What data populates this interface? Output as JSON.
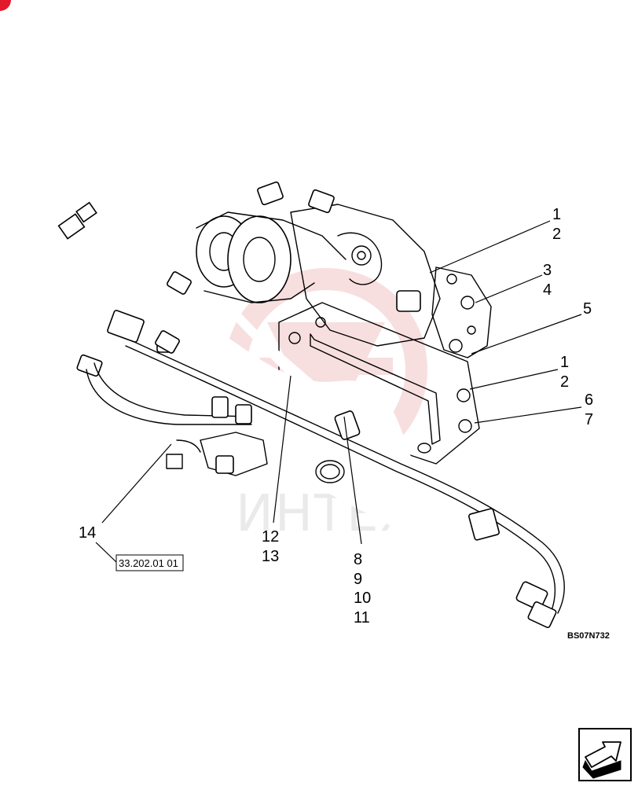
{
  "diagram": {
    "callouts": [
      {
        "id": "c1",
        "text": "1"
      },
      {
        "id": "c2",
        "text": "2"
      },
      {
        "id": "c3",
        "text": "3"
      },
      {
        "id": "c4",
        "text": "4"
      },
      {
        "id": "c5",
        "text": "5"
      },
      {
        "id": "c1b",
        "text": "1"
      },
      {
        "id": "c2b",
        "text": "2"
      },
      {
        "id": "c6",
        "text": "6"
      },
      {
        "id": "c7",
        "text": "7"
      },
      {
        "id": "c14",
        "text": "14"
      },
      {
        "id": "c12",
        "text": "12"
      },
      {
        "id": "c13",
        "text": "13"
      },
      {
        "id": "c8",
        "text": "8"
      },
      {
        "id": "c9",
        "text": "9"
      },
      {
        "id": "c10",
        "text": "10"
      },
      {
        "id": "c11",
        "text": "11"
      }
    ],
    "reference_box": "33.202.01 01",
    "drawing_code": "BS07N732",
    "watermark_text": "ИНТЕХ",
    "nav_icon": "next-page-arrow-icon",
    "colors": {
      "line": "#000000",
      "watermark": "#f2c5c5",
      "watermark_text": "#d9d9d9",
      "accent_red": "#e0192b"
    }
  }
}
